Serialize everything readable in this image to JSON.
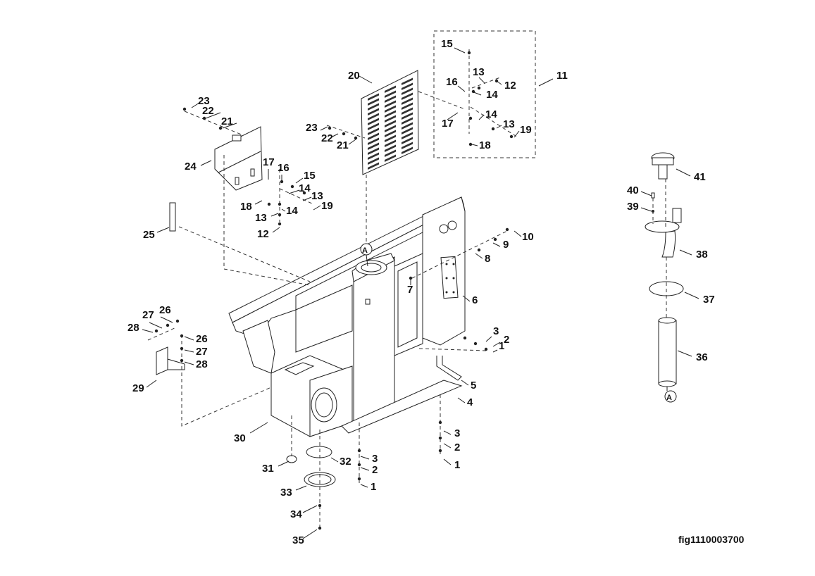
{
  "figure_id": "fig1110003700",
  "reference_marker": "A",
  "groups": {
    "hydraulic_tank_frame": {
      "callouts": [
        "1",
        "2",
        "3",
        "4",
        "5",
        "6",
        "7",
        "8",
        "9",
        "10",
        "30",
        "31",
        "32",
        "33",
        "34",
        "35"
      ]
    },
    "access_cover_right": {
      "callouts": [
        "11",
        "12",
        "13",
        "14",
        "15",
        "16",
        "17",
        "18",
        "19"
      ]
    },
    "grille_panel": {
      "callouts": [
        "20",
        "21",
        "22",
        "23"
      ]
    },
    "cover_left": {
      "callouts": [
        "12",
        "13",
        "14",
        "15",
        "16",
        "17",
        "18",
        "19",
        "21",
        "22",
        "23",
        "24"
      ]
    },
    "bracket_left": {
      "callouts": [
        "25",
        "26",
        "27",
        "28",
        "29"
      ]
    },
    "filter_assembly": {
      "callouts": [
        "36",
        "37",
        "38",
        "39",
        "40",
        "41"
      ]
    }
  },
  "labels": {
    "l15a": "15",
    "l13a": "13",
    "l12a": "12",
    "l11": "11",
    "l16a": "16",
    "l14a": "14",
    "l17a": "17",
    "l14b": "14",
    "l13b": "13",
    "l19a": "19",
    "l18a": "18",
    "l20": "20",
    "l23a": "23",
    "l22a": "22",
    "l21a": "21",
    "l23b": "23",
    "l22b": "22",
    "l21b": "21",
    "l24": "24",
    "l17b": "17",
    "l16b": "16",
    "l15b": "15",
    "l14c": "14",
    "l13c": "13",
    "l18b": "18",
    "l19b": "19",
    "l13d": "13",
    "l14d": "14",
    "l12b": "12",
    "l25": "25",
    "l10": "10",
    "l9": "9",
    "l8": "8",
    "l7": "7",
    "l6": "6",
    "l27a": "27",
    "l26a": "26",
    "l28a": "28",
    "l26b": "26",
    "l27b": "27",
    "l28b": "28",
    "l29": "29",
    "l3a": "3",
    "l2a": "2",
    "l1a": "1",
    "l5": "5",
    "l4": "4",
    "l30": "30",
    "l31": "31",
    "l32": "32",
    "l33": "33",
    "l34": "34",
    "l35": "35",
    "l3b": "3",
    "l2b": "2",
    "l1b": "1",
    "l3c": "3",
    "l2c": "2",
    "l1c": "1",
    "l41": "41",
    "l40": "40",
    "l39": "39",
    "l38": "38",
    "l37": "37",
    "l36": "36"
  }
}
